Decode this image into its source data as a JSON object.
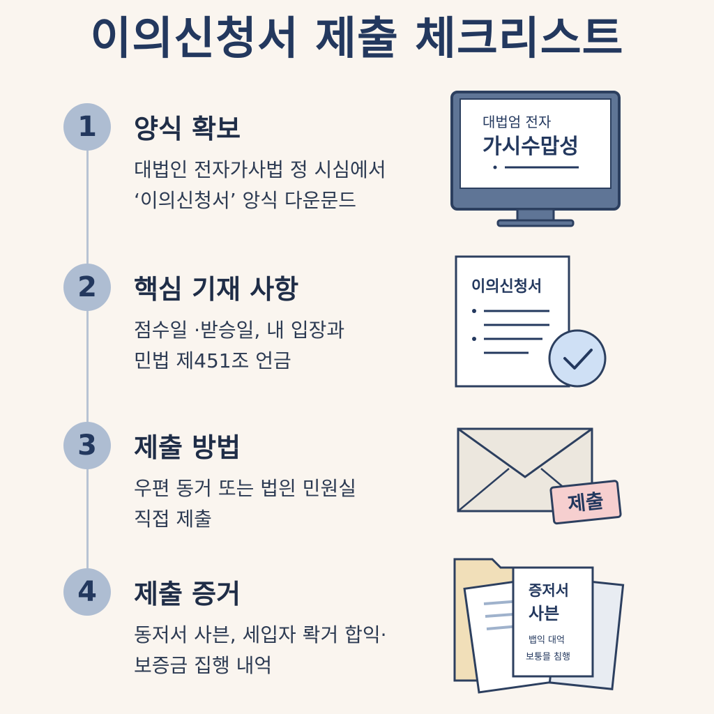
{
  "title": "이의신청서 제출 체크리스트",
  "steps": [
    {
      "number": "1",
      "title": "양식 확보",
      "desc": [
        "대법인 전자가사법 정 시심에서",
        "‘이의신청서’ 앙식 다운문드"
      ],
      "illustration": {
        "type": "monitor",
        "line1": "대법엄 전자",
        "line2": "가시수맙성"
      }
    },
    {
      "number": "2",
      "title": "핵심 기재 사항",
      "desc": [
        "점수일 ·받승일, 내 입장과",
        "민법 제451조 언금"
      ],
      "illustration": {
        "type": "document-check",
        "doc_title": "이의신청서"
      }
    },
    {
      "number": "3",
      "title": "제출 방법",
      "desc": [
        "우편 동거 또는  법읜 민원실",
        "직접 제출"
      ],
      "illustration": {
        "type": "envelope",
        "stamp": "제출"
      }
    },
    {
      "number": "4",
      "title": "제출 증거",
      "desc": [
        "동저서 사븐, 세입자 롹거 합익·",
        "보증금 집행 내억"
      ],
      "illustration": {
        "type": "papers",
        "card_line1": "증저서",
        "card_line2": "사븐",
        "card_line3": "뱁익 대억",
        "card_line4": "보퉁믈 침행"
      }
    }
  ],
  "colors": {
    "background": "#faf5ef",
    "title": "#23385e",
    "badge": "#aebdd2",
    "accent_blue": "#cfe0f5",
    "stamp": "#f6cfcf"
  }
}
